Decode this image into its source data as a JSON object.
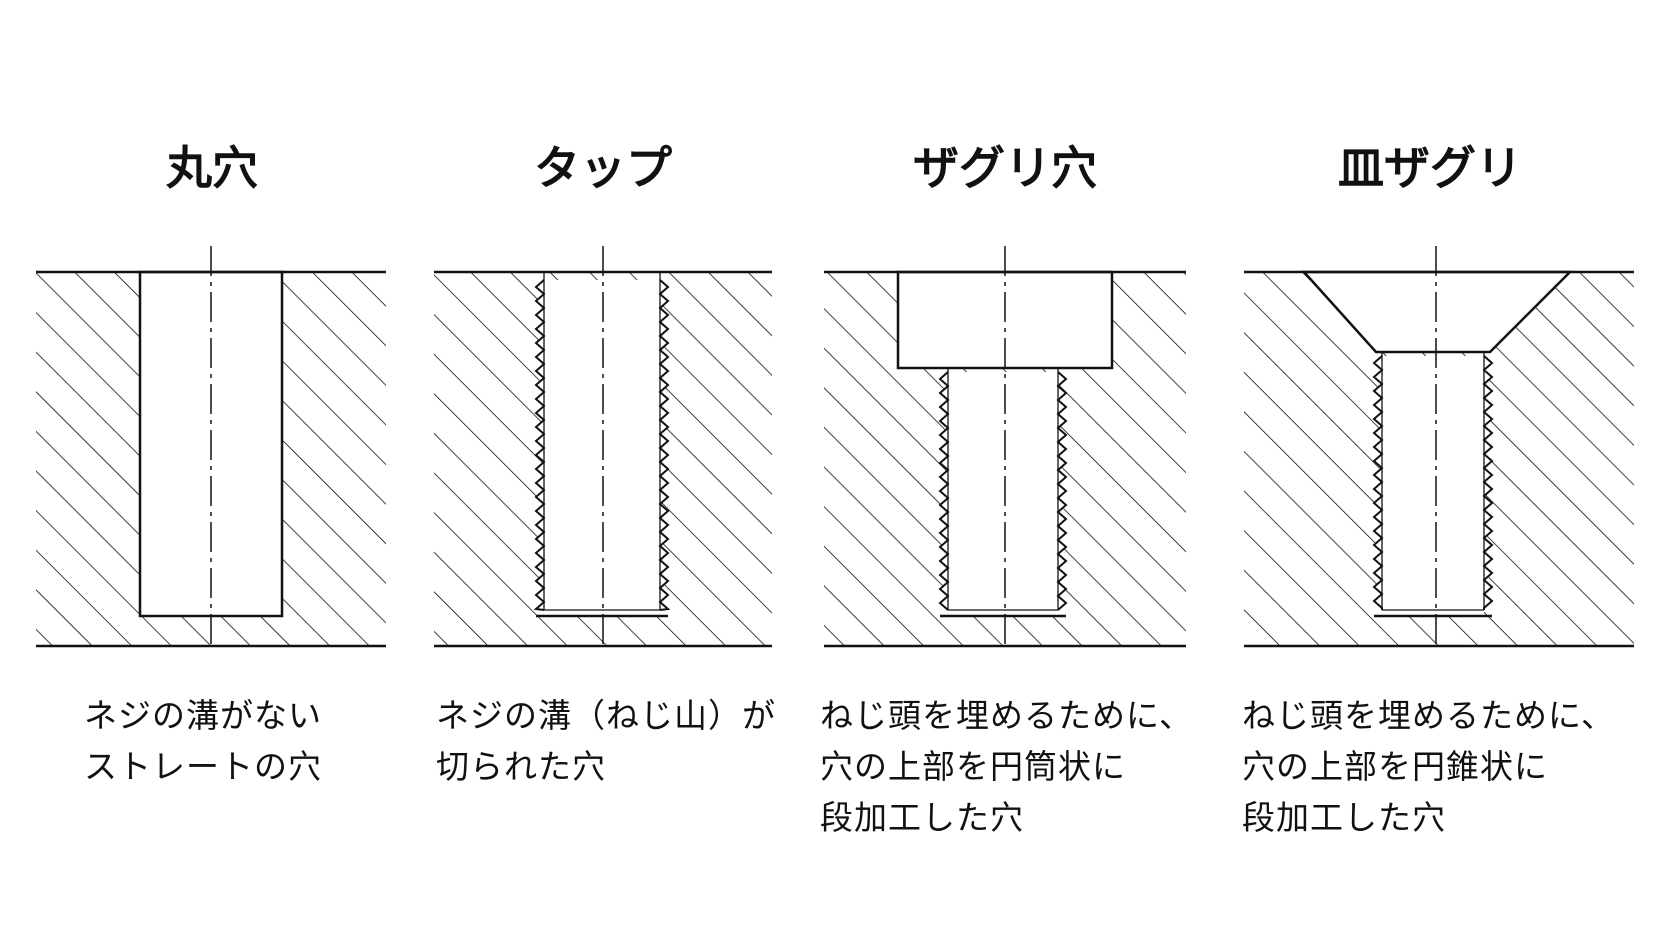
{
  "panels": [
    {
      "id": "round-hole",
      "title": "丸穴",
      "desc": [
        "ネジの溝がない",
        "ストレートの穴"
      ]
    },
    {
      "id": "tapped-hole",
      "title": "タップ",
      "desc": [
        "ネジの溝（ねじ山）が",
        "切られた穴"
      ]
    },
    {
      "id": "counterbore",
      "title": "ザグリ穴",
      "desc": [
        "ねじ頭を埋めるために、",
        "穴の上部を円筒状に",
        "段加工した穴"
      ]
    },
    {
      "id": "countersink",
      "title": "皿ザグリ",
      "desc": [
        "ねじ頭を埋めるために、",
        "穴の上部を円錐状に",
        "段加工した穴"
      ]
    }
  ],
  "colors": {
    "line": "#111111",
    "background": "#ffffff"
  }
}
